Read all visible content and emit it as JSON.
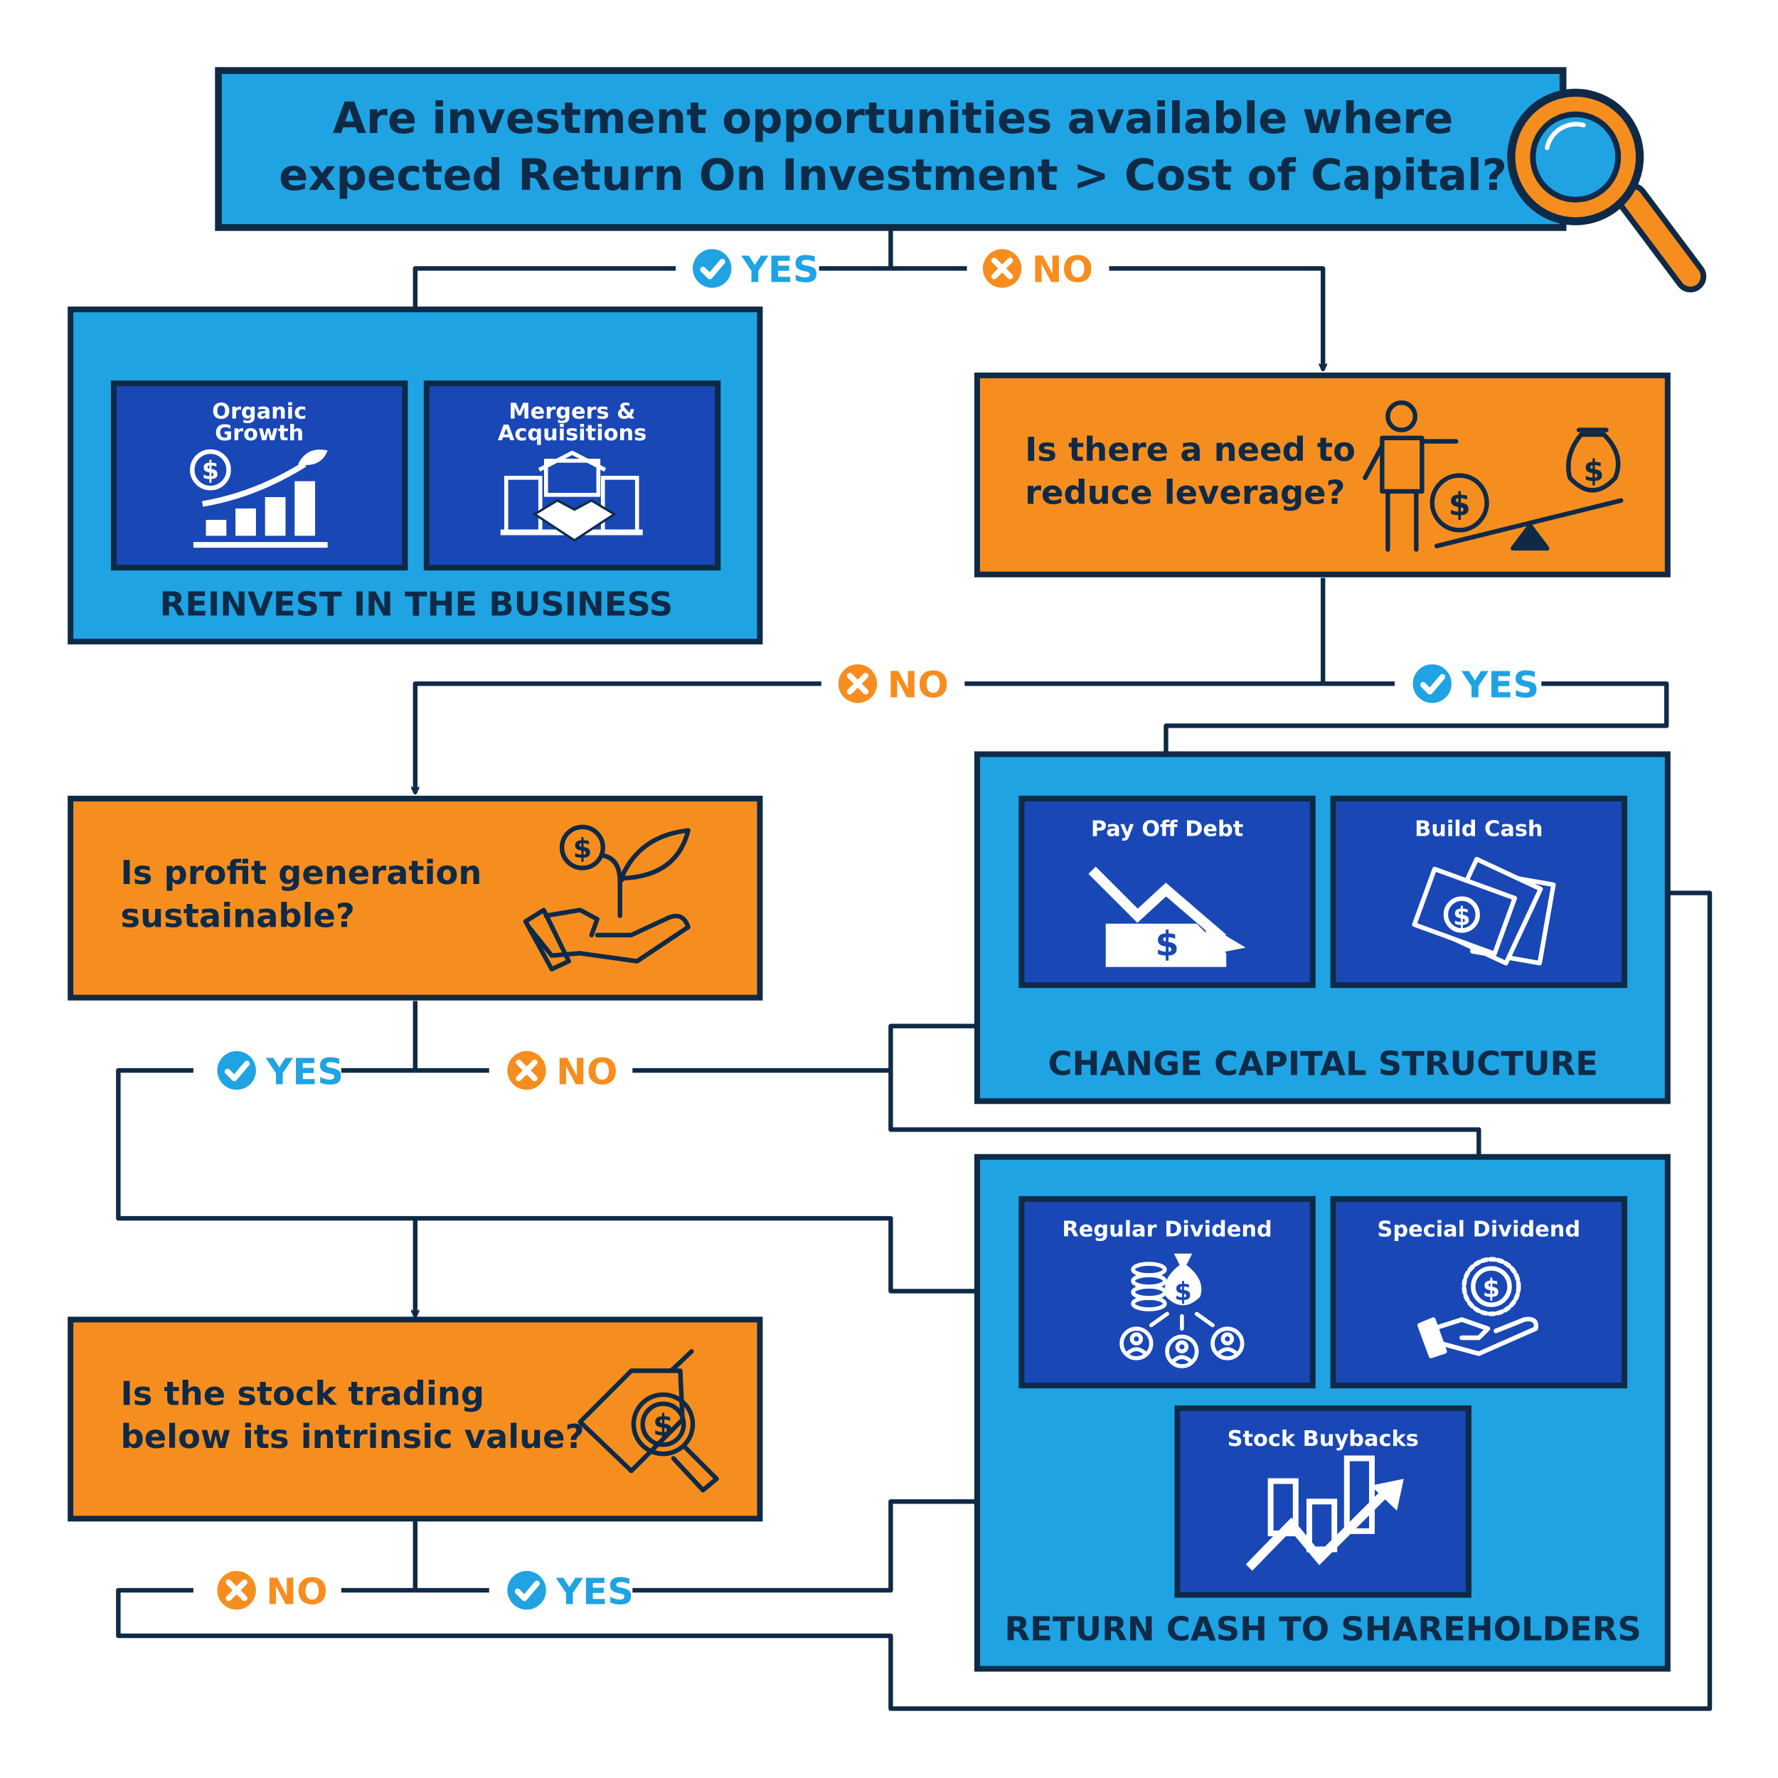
{
  "colors": {
    "navy": "#0e2a47",
    "light_blue": "#1fa3e2",
    "dark_blue": "#1947b6",
    "orange": "#f68e1f",
    "white": "#ffffff"
  },
  "top_question": {
    "line1": "Are investment opportunities available where",
    "line2": "expected Return On Investment > Cost of Capital?",
    "icon": "magnifying-glass-icon"
  },
  "labels": {
    "yes": "YES",
    "no": "NO"
  },
  "reinvest": {
    "title": "REINVEST IN THE BUSINESS",
    "organic_line1": "Organic",
    "organic_line2": "Growth",
    "organic_icon": "growth-chart-icon",
    "ma_line1": "Mergers &",
    "ma_line2": "Acquisitions",
    "ma_icon": "handshake-buildings-icon"
  },
  "leverage_question": {
    "line1": "Is there a need to",
    "line2": "reduce leverage?",
    "icon": "person-seesaw-icon"
  },
  "capital_structure": {
    "title": "CHANGE CAPITAL STRUCTURE",
    "pay_off_debt": "Pay Off Debt",
    "pay_off_debt_icon": "debt-down-arrow-icon",
    "build_cash": "Build Cash",
    "build_cash_icon": "cash-stack-icon"
  },
  "profit_question": {
    "line1": "Is profit generation",
    "line2": "sustainable?",
    "icon": "hand-plant-coin-icon"
  },
  "return_cash": {
    "title": "RETURN CASH TO SHAREHOLDERS",
    "regular_dividend": "Regular Dividend",
    "regular_dividend_icon": "money-bag-people-icon",
    "special_dividend": "Special Dividend",
    "special_dividend_icon": "hand-coin-icon",
    "stock_buybacks": "Stock Buybacks",
    "stock_buybacks_icon": "bar-chart-arrow-icon"
  },
  "stock_question": {
    "line1": "Is the stock trading",
    "line2": "below its intrinsic value?",
    "icon": "price-tag-search-icon"
  }
}
